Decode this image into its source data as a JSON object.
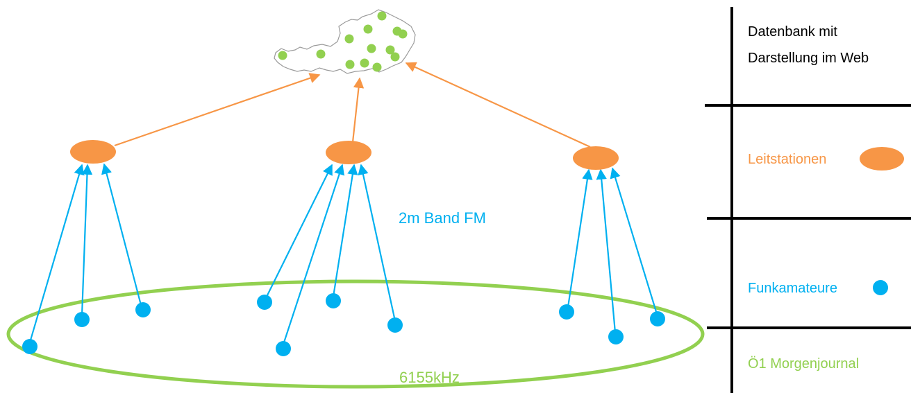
{
  "colors": {
    "station": "#f79646",
    "amateur": "#00b0f0",
    "frequency": "#92d050",
    "map_outline": "#9a9a9a",
    "map_dot": "#92d050",
    "divider": "#000000",
    "text": "#000000"
  },
  "diagram": {
    "band_label": "2m Band FM",
    "frequency_label": "6155kHz"
  },
  "legend": {
    "database_line1": "Datenbank mit",
    "database_line2": "Darstellung im Web",
    "stations": "Leitstationen",
    "amateurs": "Funkamateure",
    "broadcast": "Ö1 Morgenjournal"
  }
}
